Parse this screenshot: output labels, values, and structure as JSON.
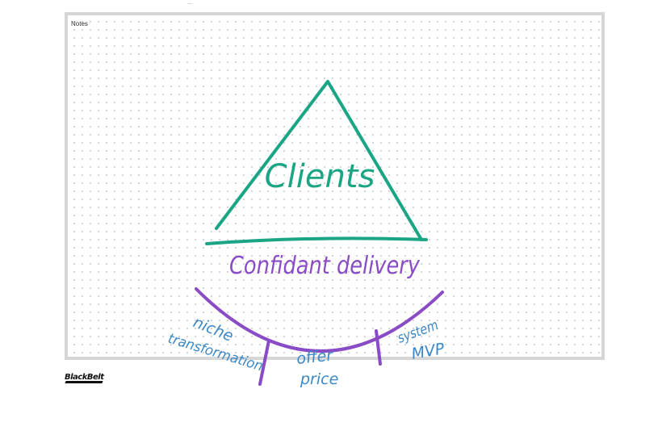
{
  "app": {
    "panel_label": "Notes",
    "logo_text": "BlackBelt"
  },
  "diagram": {
    "apex_label": "Clients",
    "base_label": "Confidant delivery",
    "pillars": [
      {
        "line1": "niche",
        "line2": "transformation"
      },
      {
        "line1": "offer",
        "line2": "price"
      },
      {
        "line1": "system",
        "line2": "MVP"
      }
    ]
  },
  "colors": {
    "triangle": "#1aa585",
    "base_arc": "#8a4cc6",
    "pillar_text": "#3a88c8",
    "frame": "#d6d6d6",
    "dots": "#c9c9c9"
  }
}
